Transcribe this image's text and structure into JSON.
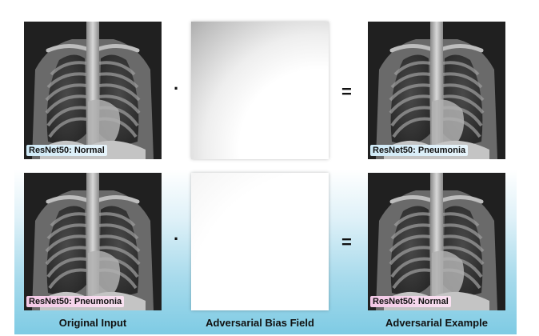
{
  "operators": {
    "multiply": "·",
    "equals": "="
  },
  "rows": [
    {
      "input_label": "ResNet50: Normal",
      "output_label": "ResNet50: Pneumonia"
    },
    {
      "input_label": "ResNet50: Pneumonia",
      "output_label": "ResNet50: Normal"
    }
  ],
  "captions": {
    "input": "Original Input",
    "bias": "Adversarial Bias Field",
    "output": "Adversarial Example"
  },
  "colors": {
    "normal_label_bg": "#cfeaf7",
    "pneumonia_label_bg": "#f3c8e6",
    "band_bottom": "#7ecbe4"
  }
}
